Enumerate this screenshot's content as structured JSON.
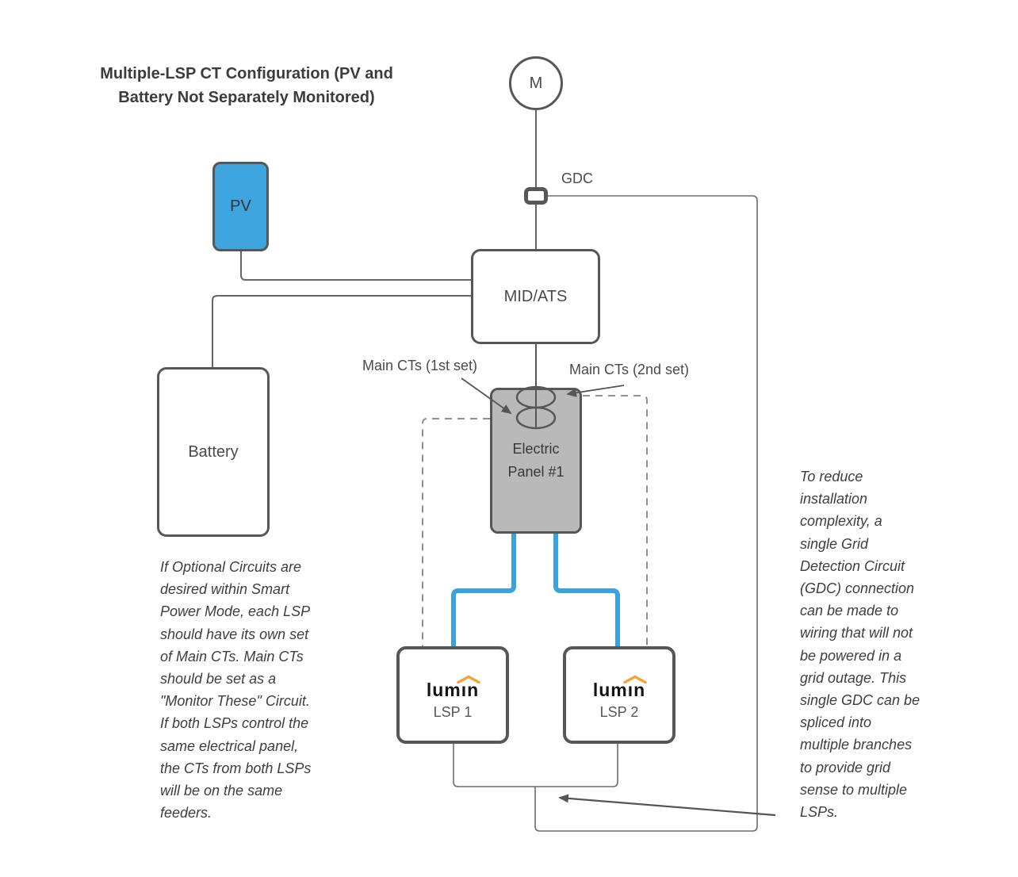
{
  "title": "Multiple-LSP CT Configuration (PV and\nBattery Not Separately Monitored)",
  "nodes": {
    "meter": {
      "label": "M"
    },
    "gdc": {
      "label": "GDC"
    },
    "pv": {
      "label": "PV"
    },
    "mid_ats": {
      "label": "MID/ATS"
    },
    "battery": {
      "label": "Battery"
    },
    "electric_panel": {
      "label": "Electric\nPanel #1"
    },
    "lsp1": {
      "brand": "lumın",
      "label": "LSP 1"
    },
    "lsp2": {
      "brand": "lumın",
      "label": "LSP 2"
    }
  },
  "labels": {
    "main_cts_first": "Main CTs (1st set)",
    "main_cts_second": "Main CTs (2nd set)"
  },
  "notes": {
    "left": "If Optional Circuits are\ndesired within Smart\nPower Mode, each LSP\nshould have its own set\nof Main CTs. Main CTs\nshould be set as a\n\"Monitor These\" Circuit.\nIf both LSPs control the\nsame electrical panel,\nthe CTs from both LSPs\nwill be on the same\nfeeders.",
    "right": "To reduce\ninstallation\ncomplexity, a\nsingle Grid\nDetection Circuit\n(GDC) connection\ncan be made to\nwiring that will not\nbe powered in a\ngrid outage. This\nsingle GDC can be\nspliced into\nmultiple branches\nto provide grid\nsense to multiple\nLSPs."
  },
  "colors": {
    "wire_blue": "#3ba2dc",
    "pv_fill": "#3fa5de",
    "panel_fill": "#b9b9b9",
    "brand_orange": "#f5a33b",
    "line_gray": "#666666",
    "border_gray": "#575757"
  }
}
